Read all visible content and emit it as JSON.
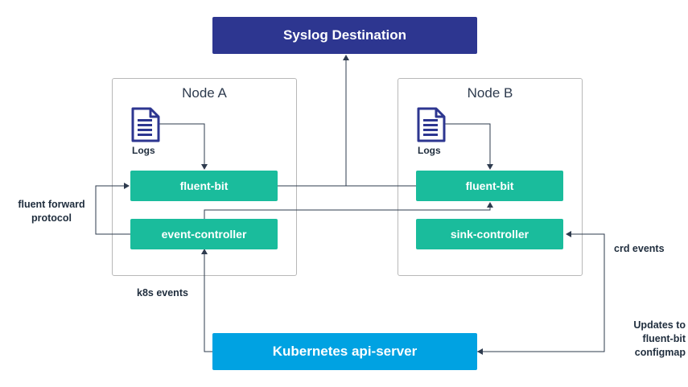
{
  "nodes": {
    "a": {
      "title": "Node A",
      "logs_label": "Logs",
      "fluent_bit": "fluent-bit",
      "controller": "event-controller"
    },
    "b": {
      "title": "Node B",
      "logs_label": "Logs",
      "fluent_bit": "fluent-bit",
      "controller": "sink-controller"
    }
  },
  "syslog": {
    "label": "Syslog Destination"
  },
  "api_server": {
    "label": "Kubernetes api-server"
  },
  "edge_labels": {
    "fluent_forward": "fluent forward\nprotocol",
    "k8s_events": "k8s events",
    "crd_events": "crd events",
    "updates": "Updates to\nfluent-bit\nconfigmap"
  },
  "colors": {
    "navy": "#2d3690",
    "teal": "#1abc9c",
    "blue": "#00a2e2",
    "line": "#2e3b4e"
  }
}
